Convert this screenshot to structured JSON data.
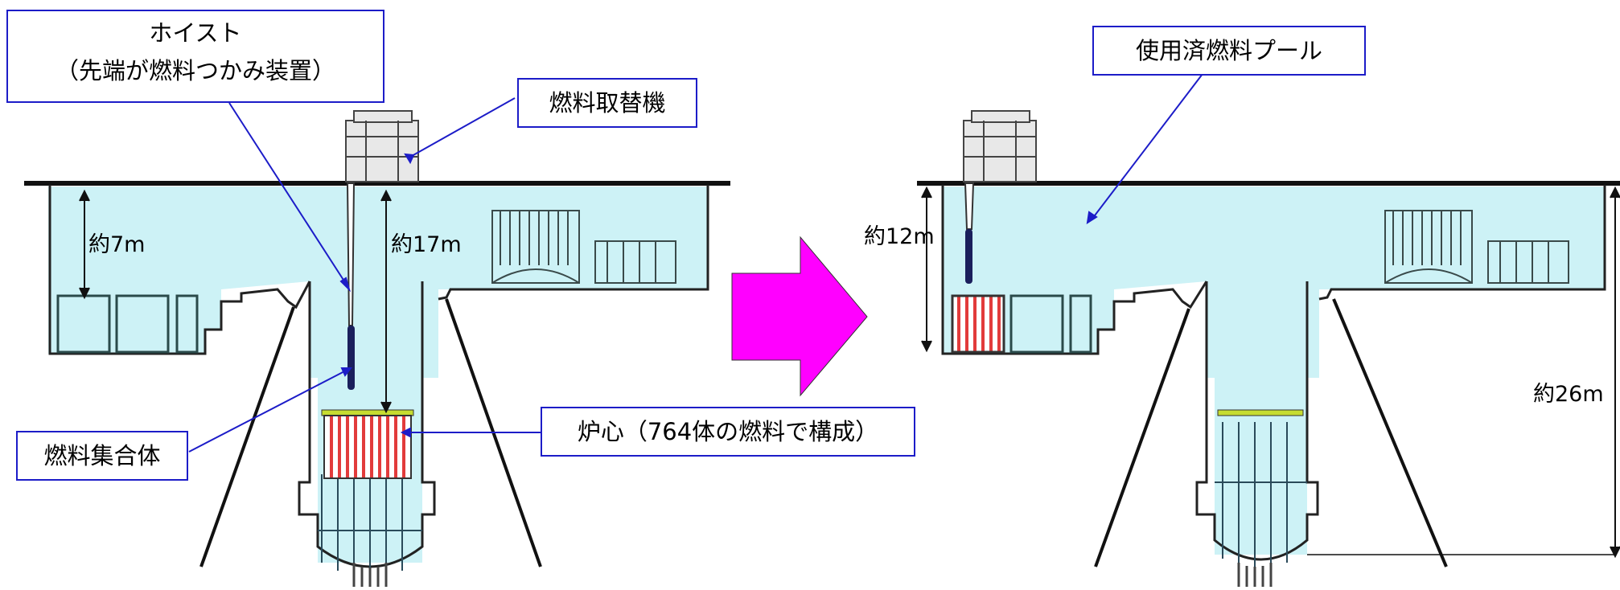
{
  "labels": {
    "hoist_line1": "ホイスト",
    "hoist_line2": "（先端が燃料つかみ装置）",
    "refueling_machine": "燃料取替機",
    "fuel_assembly": "燃料集合体",
    "core": "炉心（764体の燃料で構成）",
    "spent_fuel_pool": "使用済燃料プール"
  },
  "dimensions": {
    "left_pool_depth": "約7m",
    "left_reactor_depth": "約17m",
    "right_pool_depth": "約12m",
    "right_reactor_depth": "約26m"
  },
  "colors": {
    "water": "#cdf2f6",
    "callout_border": "#1c1cc8",
    "arrow": "#ff00ff",
    "fuel_stripe": "#e23b3b",
    "grid_plate": "#c6dc30",
    "structure": "#222222"
  }
}
